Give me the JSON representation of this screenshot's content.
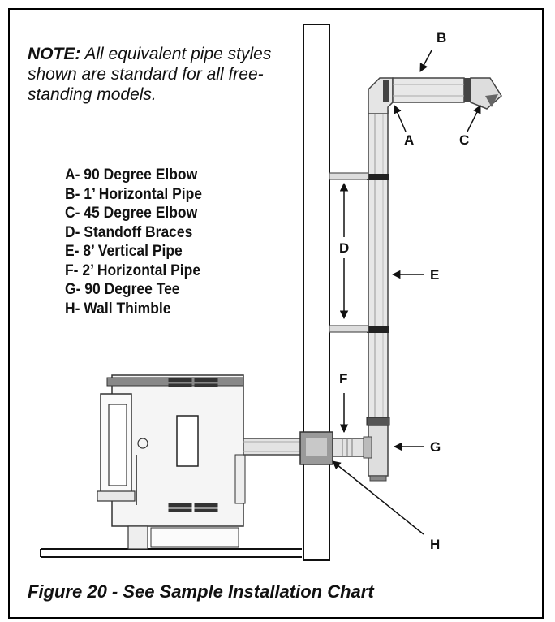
{
  "note": {
    "prefix": "NOTE:",
    "text": " All equivalent pipe styles shown are standard for all free-standing models."
  },
  "legend": [
    "A- 90 Degree Elbow",
    "B- 1’ Horizontal Pipe",
    "C- 45 Degree Elbow",
    "D- Standoff Braces",
    "E- 8’ Vertical Pipe",
    "F- 2’ Horizontal Pipe",
    "G- 90 Degree Tee",
    "H- Wall Thimble"
  ],
  "callouts": {
    "a": "A",
    "b": "B",
    "c": "C",
    "d": "D",
    "e": "E",
    "f": "F",
    "g": "G",
    "h": "H"
  },
  "caption": "Figure 20 - See Sample Installation Chart"
}
